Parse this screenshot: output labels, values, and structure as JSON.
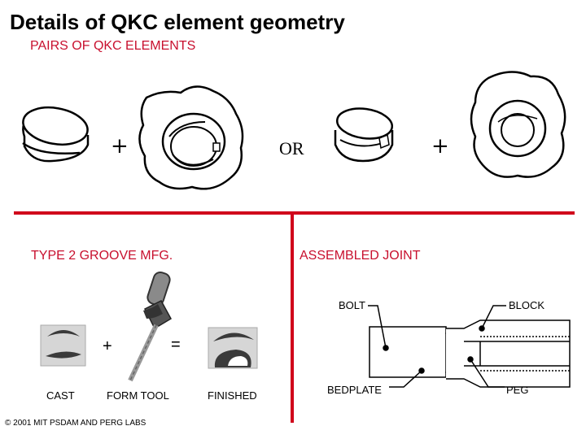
{
  "title": "Details of QKC element geometry",
  "subtitle": "PAIRS OF QKC ELEMENTS",
  "top_row": {
    "plus_1": "+",
    "or": "OR",
    "plus_2": "+"
  },
  "left_section": {
    "heading": "TYPE 2 GROOVE MFG.",
    "plus": "+",
    "equals": "=",
    "labels": {
      "cast": "CAST",
      "form_tool": "FORM TOOL",
      "finished": "FINISHED"
    }
  },
  "right_section": {
    "heading": "ASSEMBLED JOINT",
    "labels": {
      "bolt": "BOLT",
      "block": "BLOCK",
      "bedplate": "BEDPLATE",
      "peg": "PEG"
    }
  },
  "footer": "© 2001 MIT PSDAM AND PERG LABS",
  "colors": {
    "accent": "#c8102e",
    "divider": "#d0021b"
  }
}
